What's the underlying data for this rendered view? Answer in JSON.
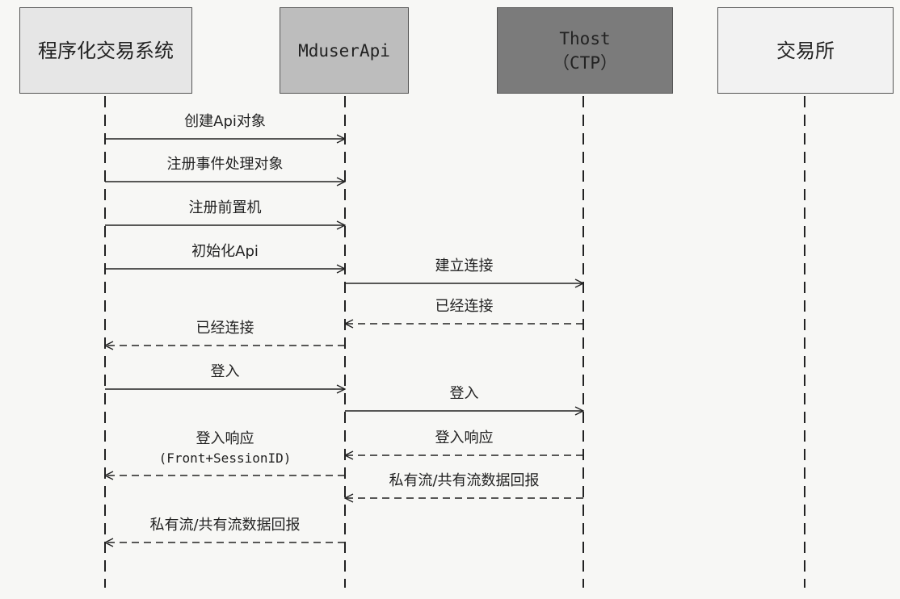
{
  "lifelines": [
    {
      "id": "trading-system",
      "title_lines": [
        "程序化交易系统"
      ],
      "fill": "#e6e6e6"
    },
    {
      "id": "mduserapi",
      "title_lines": [
        "MduserApi"
      ],
      "fill": "#bdbdbd"
    },
    {
      "id": "thost",
      "title_lines": [
        "Thost",
        "（CTP）"
      ],
      "fill": "#7b7b7b"
    },
    {
      "id": "exchange",
      "title_lines": [
        "交易所"
      ],
      "fill": "#f2f2f2"
    }
  ],
  "messages": [
    {
      "from": "trading-system",
      "to": "mduserapi",
      "style": "solid",
      "lines": [
        "创建Api对象"
      ]
    },
    {
      "from": "trading-system",
      "to": "mduserapi",
      "style": "solid",
      "lines": [
        "注册事件处理对象"
      ]
    },
    {
      "from": "trading-system",
      "to": "mduserapi",
      "style": "solid",
      "lines": [
        "注册前置机"
      ]
    },
    {
      "from": "trading-system",
      "to": "mduserapi",
      "style": "solid",
      "lines": [
        "初始化Api"
      ]
    },
    {
      "from": "mduserapi",
      "to": "thost",
      "style": "solid",
      "lines": [
        "建立连接"
      ]
    },
    {
      "from": "thost",
      "to": "mduserapi",
      "style": "dashed",
      "lines": [
        "已经连接"
      ]
    },
    {
      "from": "mduserapi",
      "to": "trading-system",
      "style": "dashed",
      "lines": [
        "已经连接"
      ]
    },
    {
      "from": "trading-system",
      "to": "mduserapi",
      "style": "solid",
      "lines": [
        "登入"
      ]
    },
    {
      "from": "mduserapi",
      "to": "thost",
      "style": "solid",
      "lines": [
        "登入"
      ]
    },
    {
      "from": "thost",
      "to": "mduserapi",
      "style": "dashed",
      "lines": [
        "登入响应"
      ]
    },
    {
      "from": "mduserapi",
      "to": "trading-system",
      "style": "dashed",
      "lines": [
        "登入响应",
        "(Front+SessionID)"
      ]
    },
    {
      "from": "thost",
      "to": "mduserapi",
      "style": "dashed",
      "lines": [
        "私有流/共有流数据回报"
      ]
    },
    {
      "from": "mduserapi",
      "to": "trading-system",
      "style": "dashed",
      "lines": [
        "私有流/共有流数据回报"
      ]
    }
  ]
}
